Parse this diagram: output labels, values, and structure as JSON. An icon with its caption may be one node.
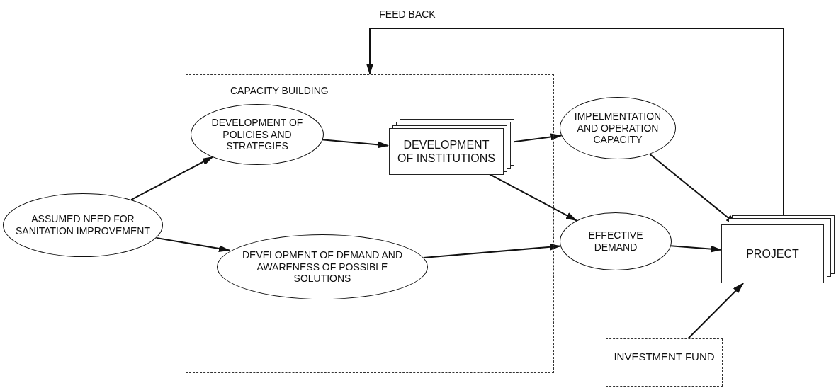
{
  "diagram": {
    "nodes": [
      {
        "text": [
          "CAPACITY BUILDING"
        ]
      },
      {
        "text": [
          "ASSUMED NEED FOR SANITATION IMPROVEMENT"
        ]
      },
      {
        "text": [
          "DEVELOPMENT OF POLICIES AND STRATEGIES"
        ],
        "in": 0
      },
      {
        "text": [
          "DEVELOPMENT OF INSTITUTIONS"
        ],
        "in": 0
      },
      {
        "text": [
          "DEVELOPMENT OF DEMAND AND AWARENESS OF POSSIBLE SOLUTIONS"
        ],
        "in": 0
      },
      {
        "text": [
          "IMPELMENTATION AND OPERATION CAPACITY"
        ]
      },
      {
        "text": [
          "EFFECTIVE DEMAND"
        ]
      },
      {
        "text": [
          "PROJECT"
        ]
      },
      {
        "text": [
          "INVESTMENT FUND"
        ]
      }
    ],
    "edges": [
      {
        "from": 1,
        "to": 2,
        "arrow": "to"
      },
      {
        "from": 1,
        "to": 4,
        "arrow": "to"
      },
      {
        "from": 2,
        "to": 3,
        "arrow": "to"
      },
      {
        "from": 3,
        "to": 5,
        "arrow": "to"
      },
      {
        "from": 3,
        "to": 6,
        "arrow": "to"
      },
      {
        "from": 4,
        "to": 6,
        "arrow": "to"
      },
      {
        "from": 5,
        "to": 7,
        "arrow": "to"
      },
      {
        "from": 6,
        "to": 7,
        "arrow": "to"
      },
      {
        "from": 8,
        "to": 7,
        "arrow": "to"
      },
      {
        "from": 7,
        "to": 0,
        "arrow": "to",
        "label": "FEED BACK"
      }
    ]
  }
}
